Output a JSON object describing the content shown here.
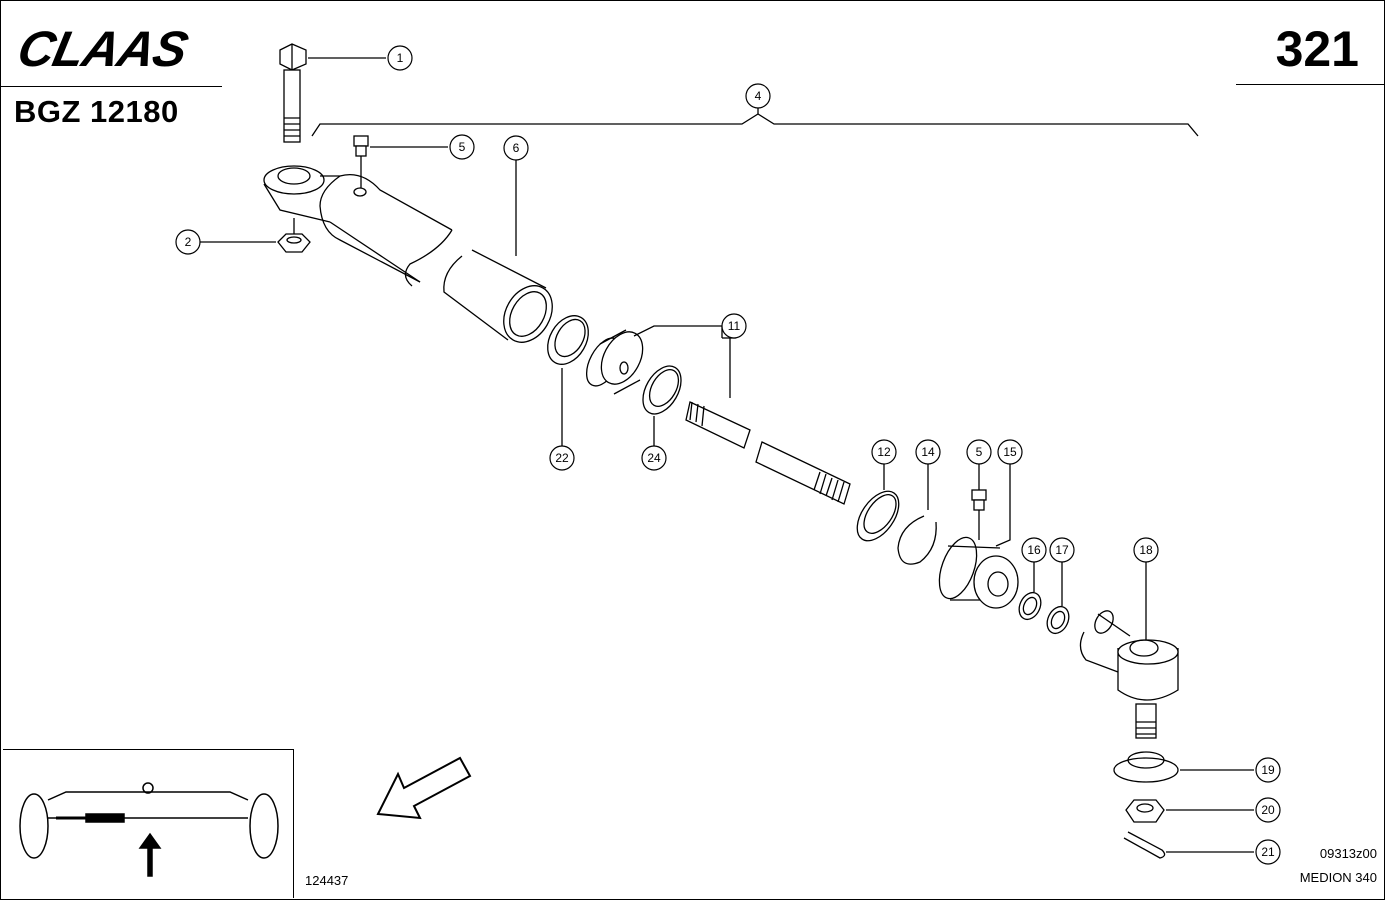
{
  "header": {
    "brand": "CLAAS",
    "model_code": "BGZ 12180",
    "page_number": "321"
  },
  "footer": {
    "inset_reference": "124437",
    "drawing_code": "09313z00",
    "machine": "MEDION 340"
  },
  "callouts": [
    {
      "id": "c1",
      "label": "1"
    },
    {
      "id": "c2",
      "label": "2"
    },
    {
      "id": "c4",
      "label": "4"
    },
    {
      "id": "c5a",
      "label": "5"
    },
    {
      "id": "c6",
      "label": "6"
    },
    {
      "id": "c11",
      "label": "11"
    },
    {
      "id": "c22",
      "label": "22"
    },
    {
      "id": "c24",
      "label": "24"
    },
    {
      "id": "c12",
      "label": "12"
    },
    {
      "id": "c14",
      "label": "14"
    },
    {
      "id": "c5b",
      "label": "5"
    },
    {
      "id": "c15",
      "label": "15"
    },
    {
      "id": "c16",
      "label": "16"
    },
    {
      "id": "c17",
      "label": "17"
    },
    {
      "id": "c18",
      "label": "18"
    },
    {
      "id": "c19",
      "label": "19"
    },
    {
      "id": "c20",
      "label": "20"
    },
    {
      "id": "c21",
      "label": "21"
    }
  ]
}
